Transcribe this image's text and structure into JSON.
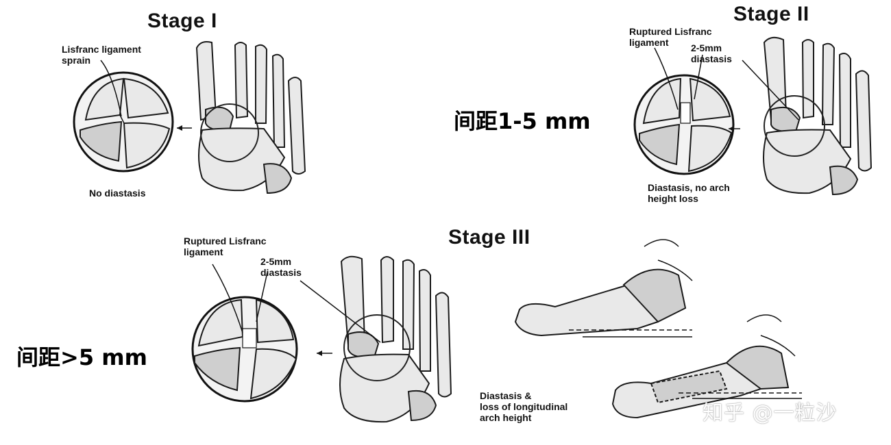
{
  "stages": [
    {
      "title": "Stage I",
      "labels": [
        "Lisfranc ligament\nsprain",
        "No diastasis"
      ]
    },
    {
      "title": "Stage II",
      "labels": [
        "Ruptured Lisfranc\nligament",
        "2-5mm\ndiastasis",
        "Diastasis, no arch\nheight loss"
      ]
    },
    {
      "title": "Stage III",
      "labels": [
        "Ruptured Lisfranc\nligament",
        "2-5mm\ndiastasis",
        "Diastasis &\nloss of longitudinal\narch height"
      ]
    }
  ],
  "annotations": {
    "gap_1_5": "间距1-5 mm",
    "gap_gt_5": "间距>5 mm"
  },
  "watermark": "知乎 @一粒沙"
}
